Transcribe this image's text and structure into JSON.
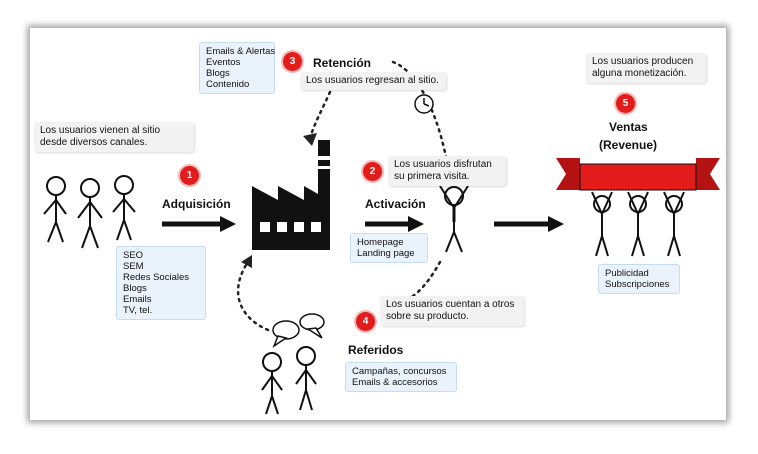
{
  "notes": {
    "acquisition": "Los usuarios vienen al sitio desde diversos canales.",
    "retention": "Los usuarios regresan al sitio.",
    "activation": "Los usuarios disfrutan su primera visita.",
    "referral": "Los usuarios cuentan a otros sobre su producto.",
    "revenue": "Los usuarios producen alguna monetización."
  },
  "stages": {
    "acquisition": {
      "number": "1",
      "label": "Adquisición"
    },
    "activation": {
      "number": "2",
      "label": "Activación"
    },
    "retention": {
      "number": "3",
      "label": "Retención"
    },
    "referral": {
      "number": "4",
      "label": "Referidos"
    },
    "revenue": {
      "number": "5",
      "label": "Ventas",
      "sublabel": "(Revenue)"
    }
  },
  "lists": {
    "retention": [
      "Emails & Alertas",
      "Eventos",
      "Blogs",
      "Contenido"
    ],
    "acquisition": [
      "SEO",
      "SEM",
      "Redes Sociales",
      "Blogs",
      "Emails",
      "TV, tel."
    ],
    "activation": [
      "Homepage",
      "Landing page"
    ],
    "referral": [
      "Campañas, concursos",
      "Emails & accesorios"
    ],
    "revenue": [
      "Publicidad",
      "Subscripciones"
    ]
  },
  "colors": {
    "badge": "#e21b1b",
    "banner": "#e21b1b",
    "factory": "#111111"
  },
  "icons": [
    "people-group-icon",
    "factory-icon",
    "arms-up-person-icon",
    "clock-icon",
    "chat-bubbles-icon",
    "banner-carriers-icon"
  ]
}
